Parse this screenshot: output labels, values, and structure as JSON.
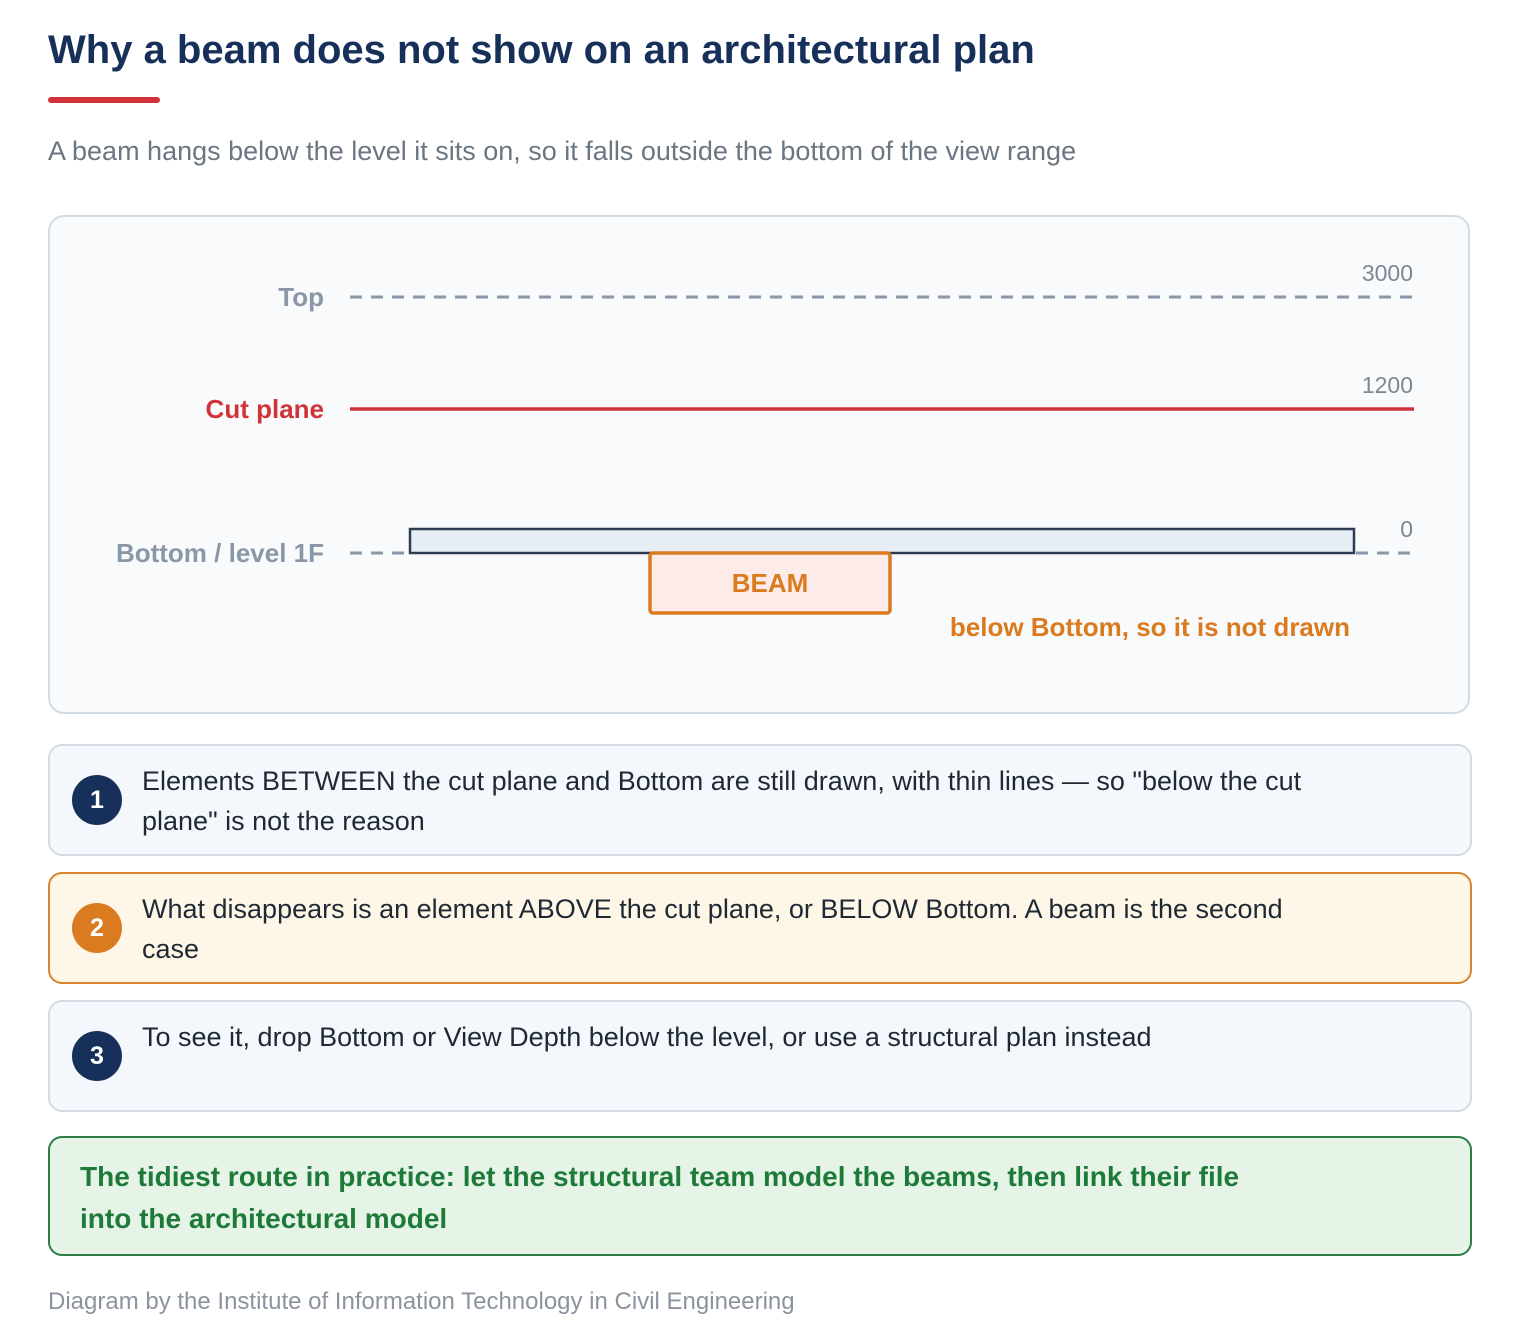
{
  "header": {
    "title": "Why a beam does not show on an architectural plan",
    "subtitle": "A beam hangs below the level it sits on, so it falls outside the bottom of the view range"
  },
  "diagram": {
    "levels": {
      "top": {
        "label": "Top",
        "value": "3000"
      },
      "cut_plane": {
        "label": "Cut plane",
        "value": "1200"
      },
      "bottom": {
        "label": "Bottom / level 1F",
        "value": "0"
      }
    },
    "beam": {
      "label": "BEAM",
      "caption": "below Bottom, so it is not drawn"
    }
  },
  "notes": [
    {
      "number": "1",
      "text": "Elements BETWEEN the cut plane and Bottom are still drawn, with thin lines — so \"below the cut plane\" is not the reason"
    },
    {
      "number": "2",
      "text": "What disappears is an element ABOVE the cut plane, or BELOW Bottom. A beam is the second case"
    },
    {
      "number": "3",
      "text": "To see it, drop Bottom or View Depth below the level, or use a structural plan instead"
    }
  ],
  "tip": {
    "text": "The tidiest route in practice: let the structural team model the beams, then link their file into the architectural model"
  },
  "credit": "Diagram by the Institute of Information Technology in Civil Engineering",
  "colors": {
    "navy": "#17305a",
    "red": "#d13438",
    "orange": "#d97b1e",
    "green": "#1e7a38",
    "gray": "#8a939e"
  }
}
